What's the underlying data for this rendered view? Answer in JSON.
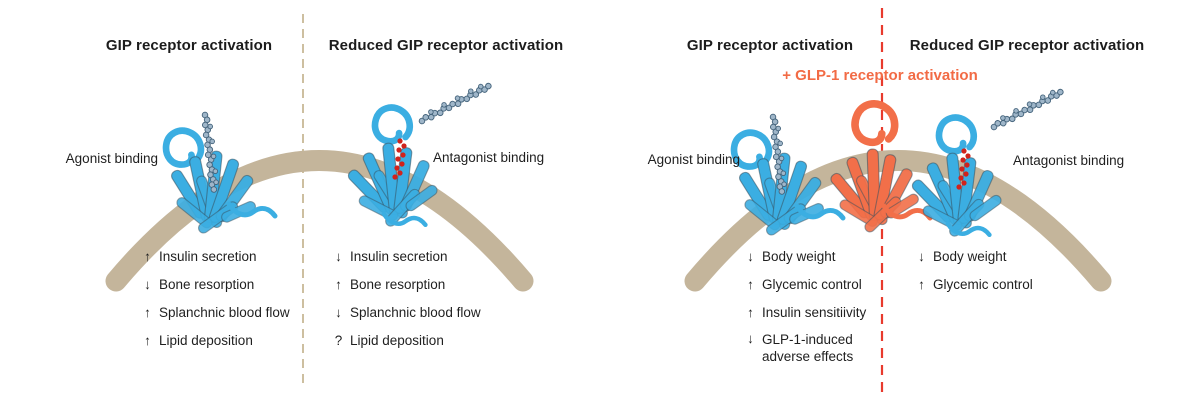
{
  "panels": [
    {
      "id": "gip-alone",
      "left": {
        "title": "GIP receptor activation",
        "binding_label": "Agonist binding",
        "effects": [
          {
            "symbol": "↑",
            "text": "Insulin secretion"
          },
          {
            "symbol": "↓",
            "text": "Bone resorption"
          },
          {
            "symbol": "↑",
            "text": "Splanchnic blood flow"
          },
          {
            "symbol": "↑",
            "text": "Lipid deposition"
          }
        ]
      },
      "right": {
        "title": "Reduced GIP receptor activation",
        "binding_label": "Antagonist binding",
        "effects": [
          {
            "symbol": "↓",
            "text": "Insulin secretion"
          },
          {
            "symbol": "↑",
            "text": "Bone resorption"
          },
          {
            "symbol": "↓",
            "text": "Splanchnic blood flow"
          },
          {
            "symbol": "?",
            "text": "Lipid deposition"
          }
        ]
      }
    },
    {
      "id": "gip-plus-glp1",
      "subtitle": "+ GLP-1 receptor activation",
      "left": {
        "title": "GIP receptor activation",
        "binding_label": "Agonist binding",
        "effects": [
          {
            "symbol": "↓",
            "text": "Body weight"
          },
          {
            "symbol": "↑",
            "text": "Glycemic control"
          },
          {
            "symbol": "↑",
            "text": "Insulin sensitiivity"
          },
          {
            "symbol": "↓",
            "text": "GLP-1-induced",
            "text2": "adverse effects"
          }
        ]
      },
      "right": {
        "title": "Reduced GIP receptor activation",
        "binding_label": "Antagonist binding",
        "effects": [
          {
            "symbol": "↓",
            "text": "Body weight"
          },
          {
            "symbol": "↑",
            "text": "Glycemic control"
          }
        ]
      }
    }
  ],
  "colors": {
    "membrane_tan": "#C4B59B",
    "receptor_blue": "#3BAEE2",
    "glp1_orange": "#F26F49",
    "divider_tan": "#CDBFA0",
    "divider_red": "#E83A2D",
    "antagonist_red": "#D0231C",
    "peptide_fill": "#9FB6C9",
    "peptide_stroke": "#44637B",
    "text_dark": "#1C1C1C"
  }
}
